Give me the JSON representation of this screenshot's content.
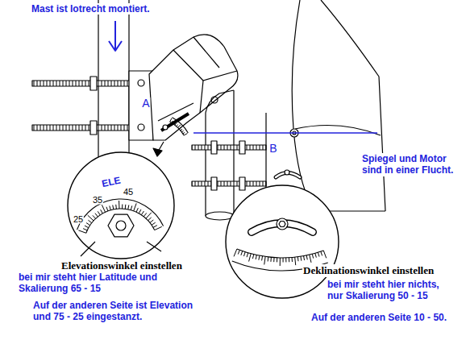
{
  "diagram": {
    "labels": [
      "Mast ist lotrecht montiert.",
      "A",
      "ELE",
      "25",
      "35",
      "45",
      "B",
      "Spiegel und Motor sind in einer Flucht.",
      "Elevationswinkel einstellen",
      "bei mir steht hier Latitude und Skalierung 65 - 15",
      "Auf der anderen Seite ist Elevation und 75 - 25 eingestanzt.",
      "Deklinationswinkel einstellen",
      "bei mir steht hier nichts, nur Skalierung 50 - 15",
      "Auf der anderen Seite 10 - 50."
    ]
  }
}
